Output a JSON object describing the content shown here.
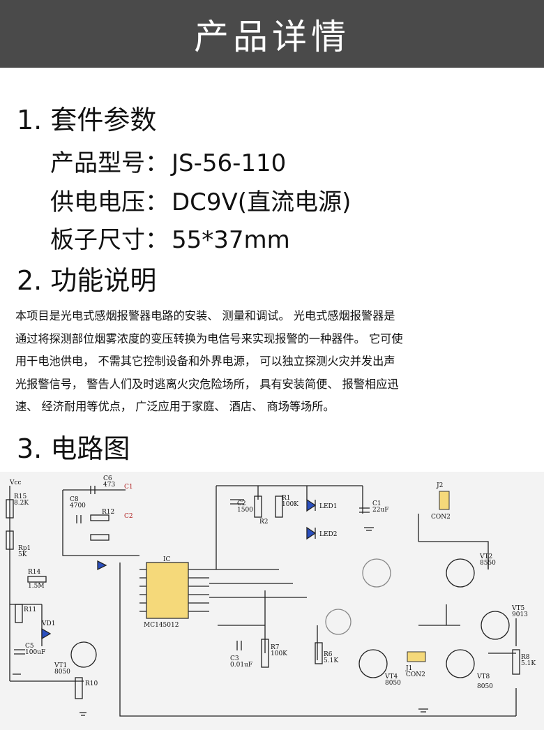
{
  "banner": {
    "title": "产品详情"
  },
  "section1": {
    "heading": "1. 套件参数",
    "specs": [
      {
        "label": "产品型号：",
        "value": "JS-56-110"
      },
      {
        "label": "供电电压：",
        "value": "DC9V(直流电源)"
      },
      {
        "label": "板子尺寸：",
        "value": "55*37mm"
      }
    ]
  },
  "section2": {
    "heading": "2. 功能说明",
    "lines": [
      "  本项目是光电式感烟报警器电路的安装、 测量和调试。 光电式感烟报警器是",
      "通过将探测部位烟雾浓度的变压转换为电信号来实现报警的一种器件。 它可使",
      "用干电池供电， 不需其它控制设备和外界电源， 可以独立探测火灾并发出声",
      "光报警信号， 警告人们及时逃离火灾危险场所， 具有安装简便、 报警相应迅",
      "速、 经济耐用等优点， 广泛应用于家庭、 酒店、 商场等场所。"
    ]
  },
  "section3": {
    "heading": "3. 电路图",
    "circuit": {
      "labels": {
        "ic_name": "IC",
        "ic_part": "MC145012",
        "r15": "R15",
        "r15v": "8.2K",
        "c6": "C6",
        "c6v": "473",
        "c1n": "C1",
        "c8": "C8",
        "c8v": "4700",
        "r12": "R12",
        "c2n": "C2",
        "rp1": "Rp1",
        "rp1v": "5K",
        "r14": "R14",
        "r14v": "1.5M",
        "r11": "R11",
        "vd1": "VD1",
        "c5": "C5",
        "c5v": "100uF",
        "vt1": "VT1",
        "vt1v": "8050",
        "r10": "R10",
        "c2": "C2",
        "c2v": "1500",
        "r1": "R1",
        "r1v": "100K",
        "r2": "R2",
        "led1": "LED1",
        "led2": "LED2",
        "c1": "C1",
        "c1v": "22uF",
        "j2": "J2",
        "con2": "CON2",
        "vt2": "VT2",
        "vt2v": "8550",
        "vt5": "VT5",
        "vt5v": "9013",
        "r8": "R8",
        "r8v": "5.1K",
        "vt4": "VT4",
        "vt4v": "8050",
        "vt8": "VT8",
        "vt8v": "8050",
        "j1": "J1",
        "j1con": "CON2",
        "c3": "C3",
        "c3v": "0.01uF",
        "r7": "R7",
        "r7v": "100K",
        "r6": "R6",
        "r6v": "5.1K",
        "vcc": "Vcc"
      }
    }
  }
}
